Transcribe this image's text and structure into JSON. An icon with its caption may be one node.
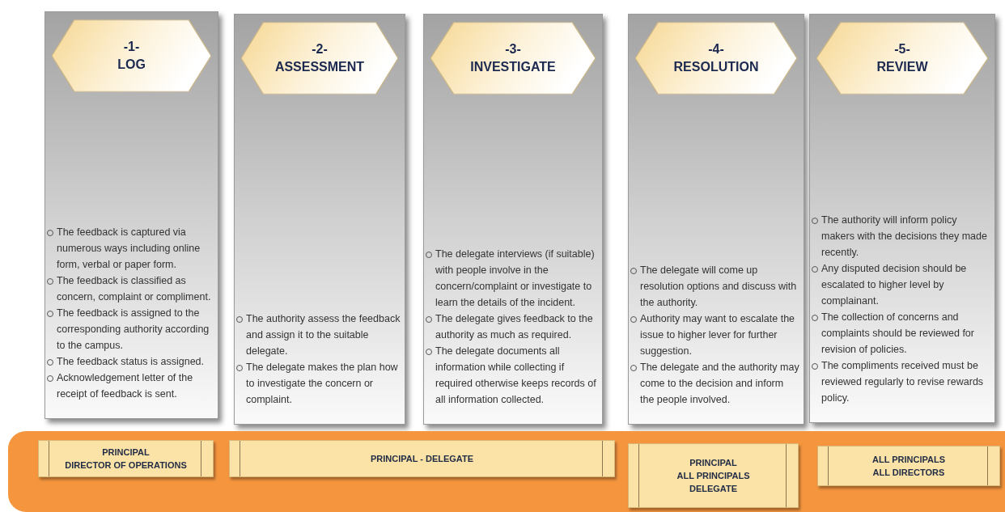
{
  "diagram": {
    "nodes": [
      {
        "text": [
          "The feedback is captured via numerous ways including online form, verbal or paper form.",
          "The feedback is classified as concern, complaint or compliment.",
          "The feedback is assigned to the corresponding authority according to the campus.",
          "The feedback status is assigned.",
          "Acknowledgement letter of the receipt of feedback is sent."
        ]
      },
      {
        "text": [
          "-1-",
          "LOG"
        ],
        "in": 0
      },
      {
        "text": [
          "The authority assess the feedback and assign it to the suitable delegate.",
          "The delegate makes the plan how to investigate the concern or complaint."
        ]
      },
      {
        "text": [
          "-2-",
          "ASSESSMENT"
        ],
        "in": 2
      },
      {
        "text": [
          "The delegate interviews (if suitable) with people involve in the concern/complaint or investigate to learn the details of the incident.",
          "The delegate gives feedback to the authority as much as required.",
          "The delegate documents all information while collecting if required otherwise keeps records of all information collected."
        ]
      },
      {
        "text": [
          "-3-",
          "INVESTIGATE"
        ],
        "in": 4
      },
      {
        "text": [
          "The delegate will come up resolution options and discuss with the authority.",
          "Authority may want to escalate the issue to higher lever for further suggestion.",
          "The delegate and the authority may come to the decision and inform the people involved."
        ]
      },
      {
        "text": [
          "-4-",
          "RESOLUTION"
        ],
        "in": 6
      },
      {
        "text": [
          "The authority will inform policy makers with the decisions they made recently.",
          "Any disputed decision should be escalated to higher level by complainant.",
          "The collection of concerns and complaints should be reviewed for revision of policies.",
          "The compliments received must be reviewed regularly to revise rewards policy."
        ]
      },
      {
        "text": [
          "-5-",
          "REVIEW"
        ],
        "in": 8
      },
      {
        "text": [],
        "shape": "bar"
      },
      {
        "text": [
          "PRINCIPAL",
          "DIRECTOR OF OPERATIONS"
        ],
        "in": 10
      },
      {
        "text": [
          "PRINCIPAL - DELEGATE"
        ],
        "in": 10
      },
      {
        "text": [
          "PRINCIPAL",
          "ALL PRINCIPALS",
          "DELEGATE"
        ],
        "in": 10
      },
      {
        "text": [
          "ALL PRINCIPALS",
          "ALL DIRECTORS"
        ],
        "in": 10
      }
    ]
  }
}
